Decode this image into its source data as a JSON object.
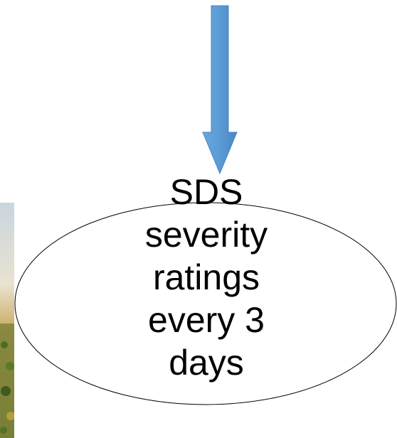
{
  "colors": {
    "arrow": "#5b9bd5",
    "arrow_edge": "#4a86c2",
    "ellipse_stroke": "#000000"
  },
  "node": {
    "lines": [
      "SDS",
      "severity",
      "ratings",
      "every 3",
      "days"
    ]
  }
}
